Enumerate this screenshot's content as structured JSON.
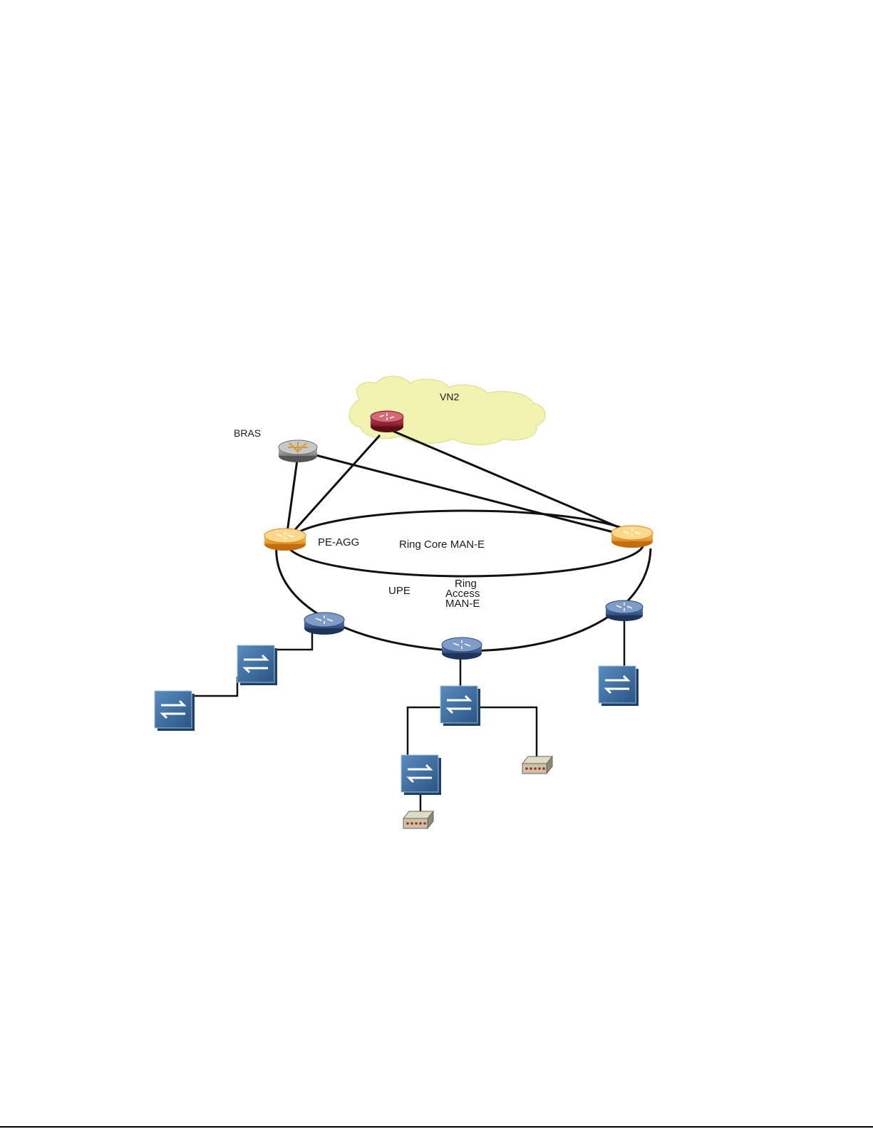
{
  "labels": {
    "cloud": "VN2",
    "bras": "BRAS",
    "pe_agg": "PE-AGG",
    "ring_core": "Ring Core MAN-E",
    "upe": "UPE",
    "ring_access_1": "Ring",
    "ring_access_2": "Access",
    "ring_access_3": "MAN-E"
  },
  "icons": {
    "cloud": "cloud-icon",
    "core_router": "router-icon",
    "bras_router": "router-icon",
    "pe_router": "router-icon",
    "upe_router": "router-icon",
    "switch": "switch-icon",
    "terminal": "modem-icon"
  },
  "colors": {
    "cloud_fill": "#f2f3b0",
    "core_router": "#9b2030",
    "bras_router": "#9a9a9a",
    "pe_router": "#f2a93b",
    "upe_router": "#3d5f94",
    "switch": "#3a6a9a",
    "terminal": "#c8c4a6",
    "link": "#111111"
  }
}
